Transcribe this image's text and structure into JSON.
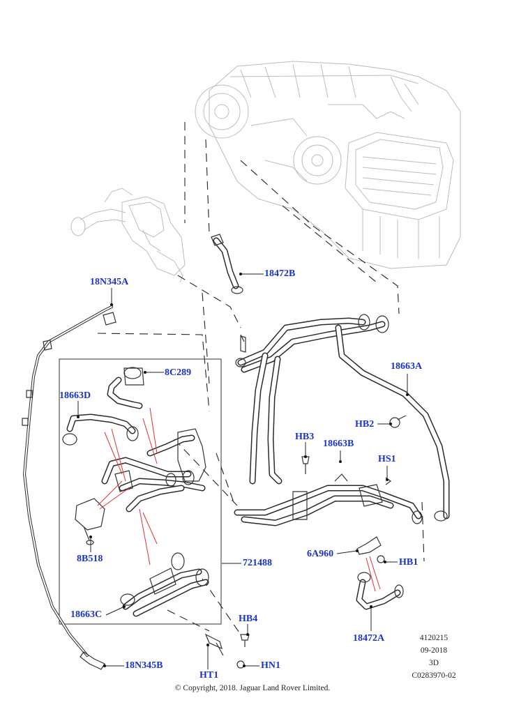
{
  "callouts": {
    "c_18n345a": "18N345A",
    "c_18472b": "18472B",
    "c_8c289": "8C289",
    "c_18663d": "18663D",
    "c_18663a": "18663A",
    "c_hb2": "HB2",
    "c_hb3": "HB3",
    "c_18663b": "18663B",
    "c_hs1": "HS1",
    "c_8b518": "8B518",
    "c_721488": "721488",
    "c_6a960": "6A960",
    "c_hb1": "HB1",
    "c_18663c": "18663C",
    "c_hb4": "HB4",
    "c_18472a": "18472A",
    "c_18n345b": "18N345B",
    "c_hn1": "HN1",
    "c_ht1": "HT1"
  },
  "meta": {
    "ref_number": "4120215",
    "date": "09-2018",
    "view": "3D",
    "drawing_code": "C0283970-02"
  },
  "copyright": "© Copyright, 2018. Jaguar Land Rover Limited.",
  "colors": {
    "callout": "#1a33c8",
    "leader_red": "#e03030"
  }
}
